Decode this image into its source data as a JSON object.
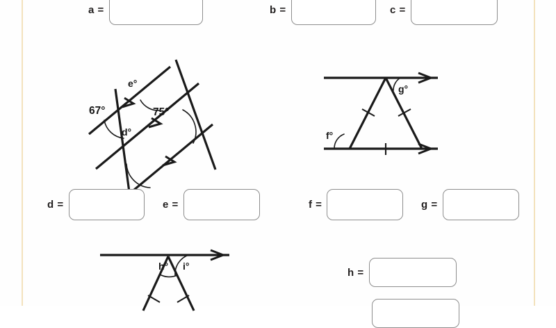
{
  "page": {
    "border_color": "#f3e2bd",
    "background": "#fefefe",
    "ink_color": "#1a1a1a"
  },
  "answer_rows": [
    {
      "id": "row-abc",
      "fields": [
        {
          "key": "a",
          "label": "a =",
          "value": "",
          "placeholder": ""
        },
        {
          "key": "b",
          "label": "b =",
          "value": "",
          "placeholder": ""
        },
        {
          "key": "c",
          "label": "c =",
          "value": "",
          "placeholder": ""
        }
      ]
    },
    {
      "id": "row-defg",
      "fields": [
        {
          "key": "d",
          "label": "d =",
          "value": "",
          "placeholder": ""
        },
        {
          "key": "e",
          "label": "e =",
          "value": "",
          "placeholder": ""
        },
        {
          "key": "f",
          "label": "f =",
          "value": "",
          "placeholder": ""
        },
        {
          "key": "g",
          "label": "g =",
          "value": "",
          "placeholder": ""
        }
      ]
    },
    {
      "id": "row-h",
      "fields": [
        {
          "key": "h",
          "label": "h =",
          "value": "",
          "placeholder": ""
        }
      ]
    }
  ],
  "figures": {
    "transversals": {
      "name": "parallel-lines-transversals-diagram",
      "given_angles": [
        {
          "label": "67°",
          "value": 67
        },
        {
          "label": "75°",
          "value": 75
        }
      ],
      "unknown_angles": [
        {
          "label": "e°",
          "variable": "e"
        },
        {
          "label": "d°",
          "variable": "d"
        }
      ],
      "arrow_marks": 3,
      "description": "Three parallel lines marked with single arrows cut by two transversals"
    },
    "triangle": {
      "name": "equilateral-triangle-between-parallels-diagram",
      "unknown_angles": [
        {
          "label": "f°",
          "variable": "f"
        },
        {
          "label": "g°",
          "variable": "g"
        }
      ],
      "tick_marks": 3,
      "arrow_marks": 2,
      "description": "Equilateral triangle with apex on upper parallel line and base on lower parallel line"
    },
    "isosceles": {
      "name": "isosceles-triangle-on-line-diagram",
      "unknown_angles": [
        {
          "label": "h°",
          "variable": "h"
        },
        {
          "label": "i°",
          "variable": "i"
        }
      ],
      "tick_marks": 2,
      "arrow_marks": 1,
      "description": "Isosceles triangle with apex on a horizontal arrowed line"
    }
  }
}
